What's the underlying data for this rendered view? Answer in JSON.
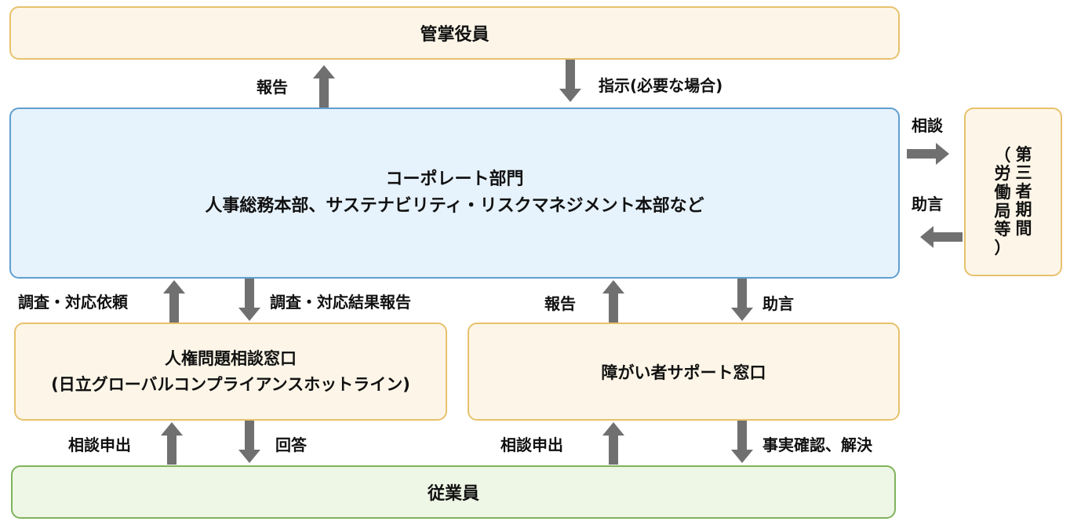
{
  "boxes": {
    "top": "管掌役員",
    "corporate_line1": "コーポレート部門",
    "corporate_line2": "人事総務本部、サステナビリティ・リスクマネジメント本部など",
    "third_party_col1": [
      "第",
      "三",
      "者",
      "期",
      "間"
    ],
    "third_party_col2": [
      "（",
      "労",
      "働",
      "局",
      "等",
      "）"
    ],
    "hr_line1": "人権問題相談窓口",
    "hr_line2": "(日立グローバルコンプライアンスホットライン)",
    "disability": "障がい者サポート窓口",
    "employees": "従業員"
  },
  "labels": {
    "report_top": "報告",
    "instruct": "指示(必要な場合)",
    "consult": "相談",
    "advice_right": "助言",
    "investigate_request": "調査・対応依頼",
    "investigate_result": "調査・対応結果報告",
    "report_mid": "報告",
    "advice_mid": "助言",
    "consult_request_left": "相談申出",
    "answer": "回答",
    "consult_request_right": "相談申出",
    "fact_check": "事実確認、解決"
  },
  "colors": {
    "cream_fill": "#fdf6e8",
    "cream_border": "#e7c16c",
    "blue_fill": "#e6f2fc",
    "blue_border": "#5f9fd0",
    "green_fill": "#eef6e6",
    "green_border": "#7fb35a",
    "arrow": "#707070"
  }
}
